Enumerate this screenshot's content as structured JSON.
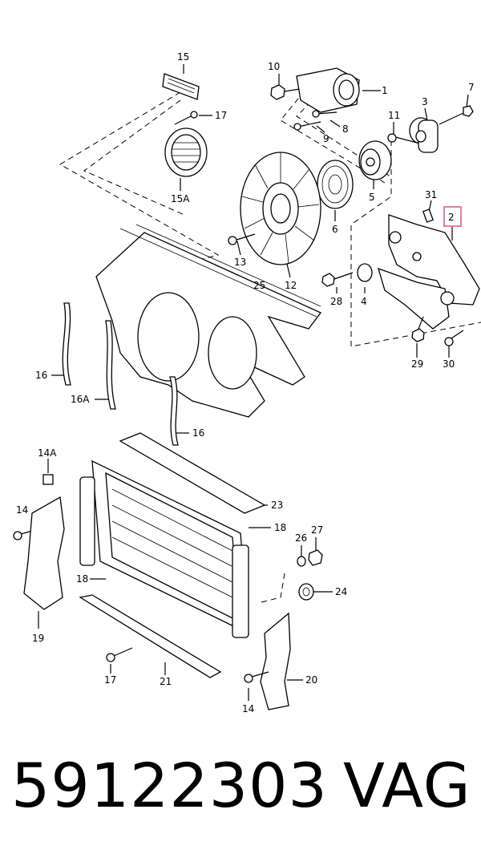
{
  "labels": [
    {
      "id": "l1",
      "text": "1"
    },
    {
      "id": "l2",
      "text": "2"
    },
    {
      "id": "l3",
      "text": "3"
    },
    {
      "id": "l4",
      "text": "4"
    },
    {
      "id": "l5",
      "text": "5"
    },
    {
      "id": "l6",
      "text": "6"
    },
    {
      "id": "l7",
      "text": "7"
    },
    {
      "id": "l8",
      "text": "8"
    },
    {
      "id": "l9",
      "text": "9"
    },
    {
      "id": "l10",
      "text": "10"
    },
    {
      "id": "l11",
      "text": "11"
    },
    {
      "id": "l12",
      "text": "12"
    },
    {
      "id": "l13",
      "text": "13"
    },
    {
      "id": "l14a",
      "text": "14"
    },
    {
      "id": "l14b",
      "text": "14"
    },
    {
      "id": "l14A",
      "text": "14A"
    },
    {
      "id": "l15",
      "text": "15"
    },
    {
      "id": "l15A",
      "text": "15A"
    },
    {
      "id": "l16a",
      "text": "16"
    },
    {
      "id": "l16b",
      "text": "16"
    },
    {
      "id": "l16A",
      "text": "16A"
    },
    {
      "id": "l17a",
      "text": "17"
    },
    {
      "id": "l17b",
      "text": "17"
    },
    {
      "id": "l18a",
      "text": "18"
    },
    {
      "id": "l18b",
      "text": "18"
    },
    {
      "id": "l19",
      "text": "19"
    },
    {
      "id": "l20",
      "text": "20"
    },
    {
      "id": "l21",
      "text": "21"
    },
    {
      "id": "l23",
      "text": "23"
    },
    {
      "id": "l24",
      "text": "24"
    },
    {
      "id": "l25",
      "text": "25"
    },
    {
      "id": "l26",
      "text": "26"
    },
    {
      "id": "l27",
      "text": "27"
    },
    {
      "id": "l28",
      "text": "28"
    },
    {
      "id": "l29",
      "text": "29"
    },
    {
      "id": "l30",
      "text": "30"
    },
    {
      "id": "l31",
      "text": "31"
    }
  ],
  "highlight": {
    "label_id": "l2",
    "color": "#e0607a"
  },
  "footer": {
    "part_number": "59122303",
    "brand": "VAG"
  }
}
